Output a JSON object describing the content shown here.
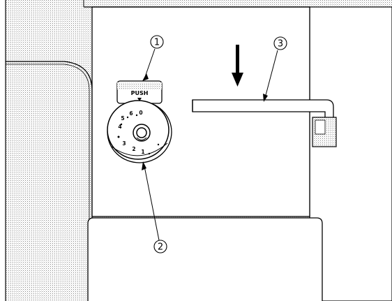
{
  "callouts": {
    "c1": "1",
    "c2": "2",
    "c3": "3"
  },
  "knob_label": "PUSH",
  "dial_numbers": [
    "0",
    "1",
    "2",
    "3",
    "4",
    "5",
    "6"
  ],
  "line_color": "#000000"
}
